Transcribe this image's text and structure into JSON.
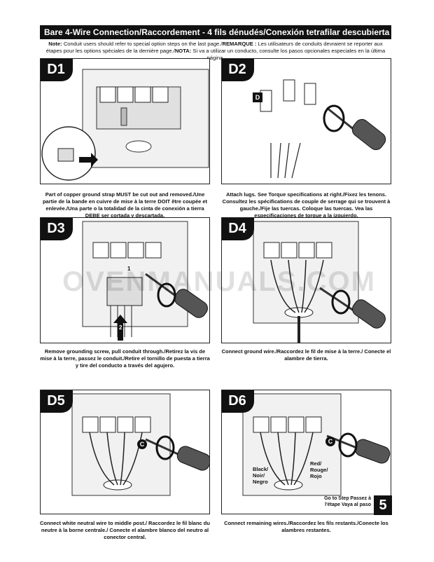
{
  "header": {
    "title": "Bare 4-Wire Connection/Raccordement - 4 fils dénudés/Conexión tetrafilar descubierta"
  },
  "note": {
    "label": "Note:",
    "text_en": "Conduit users should refer to special option steps on the last page./",
    "label_fr": "REMARQUE :",
    "text_fr": "Les utilisateurs de conduits devraient se reporter aux étapes pour les options spéciales de la dernière page./",
    "label_es": "NOTA:",
    "text_es": "Si va a utilizar un conducto, consulte los pasos opcionales especiales en la última página."
  },
  "watermark": "OVENMANUALS.COM",
  "steps": [
    {
      "id": "D1",
      "caption": "Part of copper ground strap MUST be cut out and removed./Une partie de la bande en cuivre de mise à la terre DOIT être coupée et enlevée./Una parte o la totalidad de la cinta de conexión a tierra DEBE ser cortada y descartada."
    },
    {
      "id": "D2",
      "caption": "Attach lugs. See Torque specifications at right./Fixez les tenons. Consultez les spécifications de couple de serrage qui se trouvent à gauche./Fije las tuercas. Coloque las tuercas. Vea las especificaciones de torque a la izquierdo."
    },
    {
      "id": "D3",
      "caption": "Remove grounding screw, pull conduit through./Retirez la vis de mise à la terre, passez le conduit./Retire el tornillo de puesta a tierra y tire del conducto a través del agujero."
    },
    {
      "id": "D4",
      "caption": "Connect ground wire./Raccordez le fil de mise à la terre./ Conecte el alambre de tierra."
    },
    {
      "id": "D5",
      "caption": "Connect white neutral wire to middle post./ Raccordez le fil blanc du neutre à la borne centrale./ Conecte el alambre blanco del neutro al conector central."
    },
    {
      "id": "D6",
      "caption": "Connect remaining wires./Raccordez les fils restants./Conecte los alambres restantes."
    }
  ],
  "labels": {
    "d2_lug": "D",
    "d3_arrow1": "1",
    "d3_arrow2": "2",
    "d5_lug": "C",
    "d6_lug": "C",
    "black": "Black/ Noir/ Negro",
    "red": "Red/ Rouge/ Rojo"
  },
  "footer": {
    "goto": "Go to Step Passez à l'étape Vaya al paso",
    "page": "5"
  }
}
